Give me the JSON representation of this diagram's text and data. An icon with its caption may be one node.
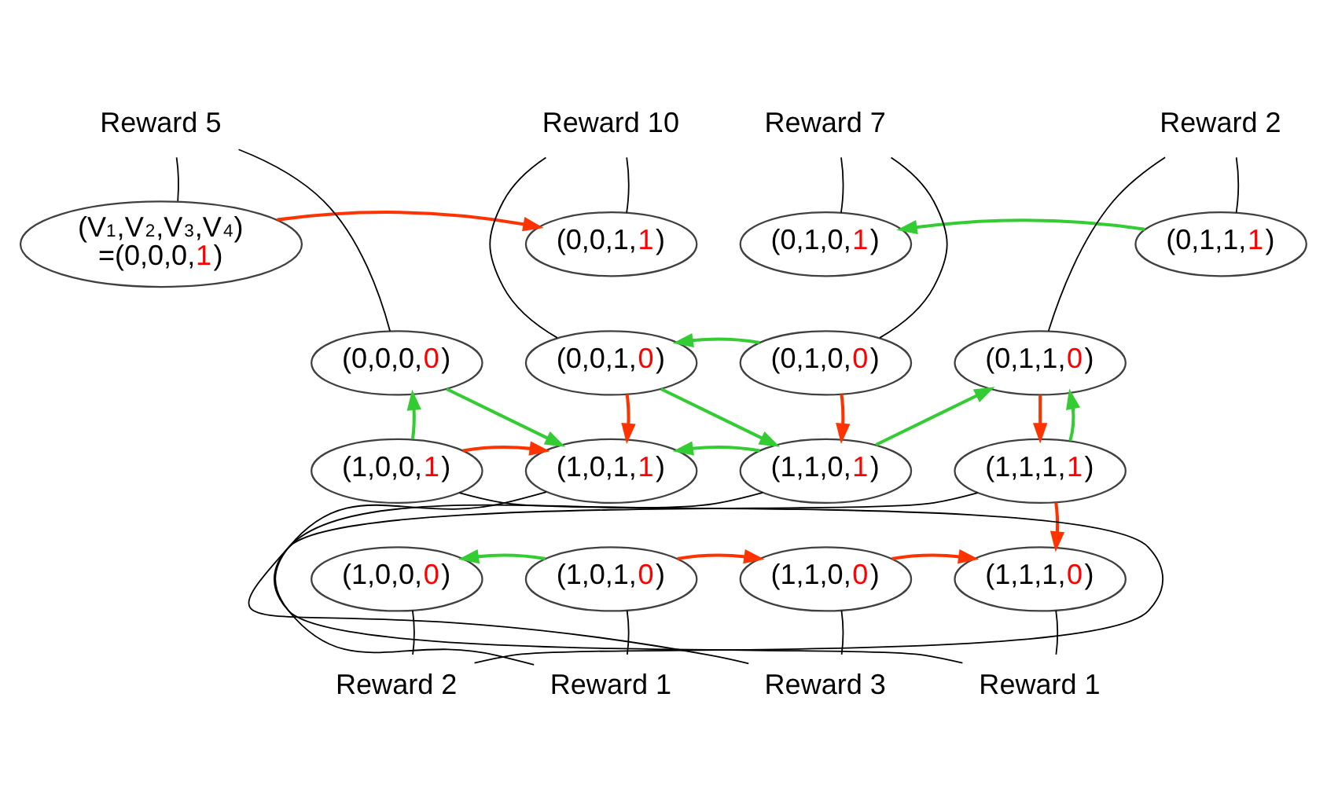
{
  "diagram": {
    "nodes": [
      {
        "text": [
          "(V$_{1}$,V$_{2}$,V$_{3}$,V$_{4}$)",
          "=(0,0,0,1)"
        ]
      },
      {
        "text": [
          "(0,0,0,0)"
        ]
      },
      {
        "text": [
          "(0,0,1,1)"
        ]
      },
      {
        "text": [
          "(0,0,1,0)"
        ]
      },
      {
        "text": [
          "(0,1,0,1)"
        ]
      },
      {
        "text": [
          "(0,1,0,0)"
        ]
      },
      {
        "text": [
          "(0,1,1,1)"
        ]
      },
      {
        "text": [
          "(0,1,1,0)"
        ]
      },
      {
        "text": [
          "(1,0,0,1)"
        ]
      },
      {
        "text": [
          "(1,0,0,0)"
        ]
      },
      {
        "text": [
          "(1,0,1,1)"
        ]
      },
      {
        "text": [
          "(1,0,1,0)"
        ]
      },
      {
        "text": [
          "(1,1,0,1)"
        ]
      },
      {
        "text": [
          "(1,1,0,0)"
        ]
      },
      {
        "text": [
          "(1,1,1,1)"
        ]
      },
      {
        "text": [
          "(1,1,1,0)"
        ]
      },
      {
        "text": [
          "Reward 5"
        ]
      },
      {
        "text": [
          "Reward 10"
        ]
      },
      {
        "text": [
          "Reward 7"
        ]
      },
      {
        "text": [
          "Reward 2"
        ]
      },
      {
        "text": [
          "Reward 2"
        ]
      },
      {
        "text": [
          "Reward 1"
        ]
      },
      {
        "text": [
          "Reward 3"
        ]
      },
      {
        "text": [
          "Reward 1"
        ]
      }
    ],
    "edges": [
      {
        "from": 0,
        "to": 2,
        "arrow": "to",
        "color": "#ff3300"
      },
      {
        "from": 5,
        "to": 3,
        "arrow": "to",
        "color": "#33cc33"
      },
      {
        "from": 6,
        "to": 4,
        "arrow": "to",
        "color": "#33cc33"
      },
      {
        "from": 8,
        "to": 1,
        "arrow": "to",
        "color": "#33cc33"
      },
      {
        "from": 1,
        "to": 10,
        "arrow": "to",
        "color": "#33cc33"
      },
      {
        "from": 3,
        "to": 10,
        "arrow": "to",
        "color": "#ff3300"
      },
      {
        "from": 3,
        "to": 12,
        "arrow": "to",
        "color": "#33cc33"
      },
      {
        "from": 5,
        "to": 12,
        "arrow": "to",
        "color": "#ff3300"
      },
      {
        "from": 12,
        "to": 7,
        "arrow": "to",
        "color": "#33cc33"
      },
      {
        "from": 7,
        "to": 14,
        "arrow": "to",
        "color": "#ff3300"
      },
      {
        "from": 14,
        "to": 7,
        "arrow": "to",
        "color": "#33cc33"
      },
      {
        "from": 8,
        "to": 10,
        "arrow": "to",
        "color": "#ff3300"
      },
      {
        "from": 12,
        "to": 10,
        "arrow": "to",
        "color": "#33cc33"
      },
      {
        "from": 11,
        "to": 13,
        "arrow": "to",
        "color": "#ff3300"
      },
      {
        "from": 11,
        "to": 9,
        "arrow": "to",
        "color": "#33cc33"
      },
      {
        "from": 13,
        "to": 15,
        "arrow": "to",
        "color": "#ff3300"
      },
      {
        "from": 14,
        "to": 15,
        "arrow": "to",
        "color": "#ff3300"
      },
      {
        "from": 16,
        "to": 0,
        "arrow": "none",
        "color": "#000000"
      },
      {
        "from": 16,
        "to": 1,
        "arrow": "none",
        "color": "#000000"
      },
      {
        "from": 17,
        "to": 2,
        "arrow": "none",
        "color": "#000000"
      },
      {
        "from": 17,
        "to": 3,
        "arrow": "none",
        "color": "#000000"
      },
      {
        "from": 18,
        "to": 4,
        "arrow": "none",
        "color": "#000000"
      },
      {
        "from": 18,
        "to": 5,
        "arrow": "none",
        "color": "#000000"
      },
      {
        "from": 19,
        "to": 6,
        "arrow": "none",
        "color": "#000000"
      },
      {
        "from": 19,
        "to": 7,
        "arrow": "none",
        "color": "#000000"
      },
      {
        "from": 20,
        "to": 8,
        "arrow": "none",
        "color": "#000000"
      },
      {
        "from": 20,
        "to": 9,
        "arrow": "none",
        "color": "#000000"
      },
      {
        "from": 21,
        "to": 10,
        "arrow": "none",
        "color": "#000000"
      },
      {
        "from": 21,
        "to": 11,
        "arrow": "none",
        "color": "#000000"
      },
      {
        "from": 22,
        "to": 12,
        "arrow": "none",
        "color": "#000000"
      },
      {
        "from": 22,
        "to": 13,
        "arrow": "none",
        "color": "#000000"
      },
      {
        "from": 23,
        "to": 14,
        "arrow": "none",
        "color": "#000000"
      },
      {
        "from": 23,
        "to": 15,
        "arrow": "none",
        "color": "#000000"
      }
    ]
  }
}
